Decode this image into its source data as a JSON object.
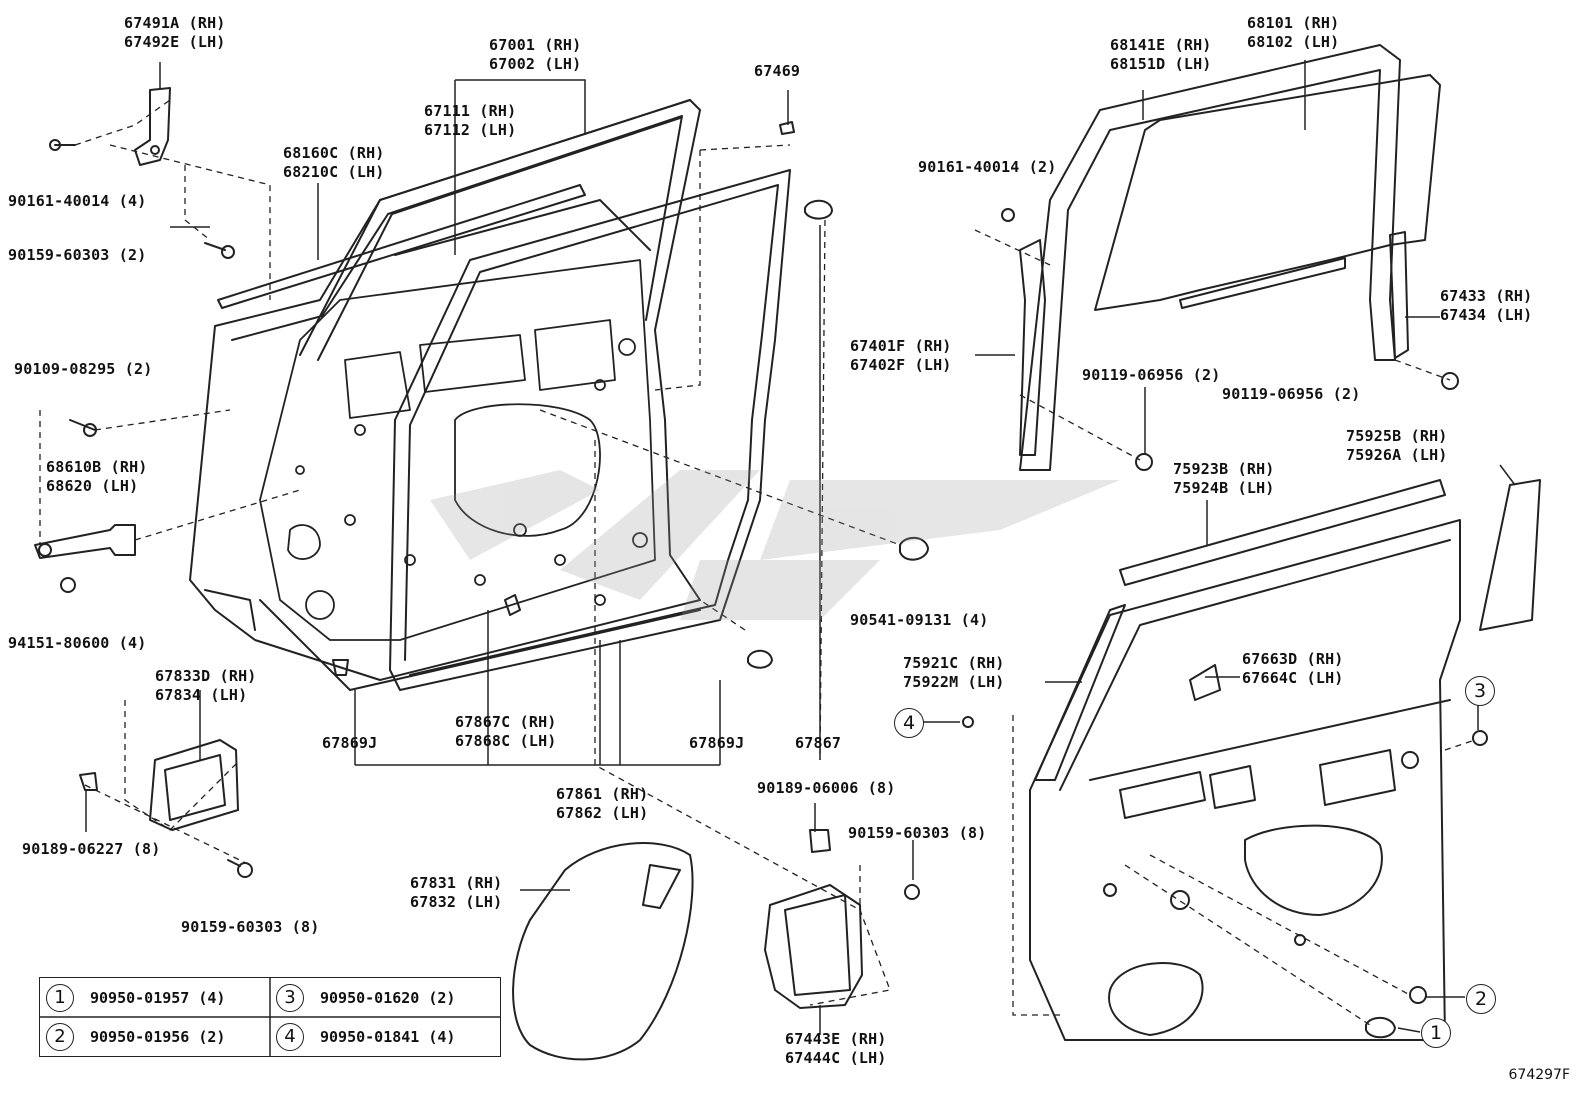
{
  "labels": {
    "hinge_upper": [
      "67491A (RH)",
      "67492E (LH)"
    ],
    "door_panel": [
      "67001 (RH)",
      "67002 (LH)"
    ],
    "belt_weatherstrip": [
      "67111 (RH)",
      "67112 (LH)"
    ],
    "outer_belt_moulding": [
      "68160C (RH)",
      "68210C (LH)"
    ],
    "cushion": [
      "67469"
    ],
    "screw_hinge": [
      "90161-40014 (4)"
    ],
    "bolt_hinge": [
      "90159-60303 (2)"
    ],
    "bolt_checker": [
      "90109-08295 (2)"
    ],
    "door_check": [
      "68610B (RH)",
      "68620 (LH)"
    ],
    "checker_nut": [
      "94151-80600 (4)"
    ],
    "handle_frame": [
      "67833D (RH)",
      "67834 (LH)"
    ],
    "clip_handle": [
      "90189-06227 (8)"
    ],
    "bolt_handle": [
      "90159-60303 (8)"
    ],
    "plug_left": [
      "67869J"
    ],
    "clip_weatherstrip": [
      "67867C (RH)",
      "67868C (LH)"
    ],
    "plug_right": [
      "67869J"
    ],
    "plug_top": [
      "67867"
    ],
    "weatherstrip": [
      "67861 (RH)",
      "67862 (LH)"
    ],
    "nut_grommet": [
      "90541-09131 (4)"
    ],
    "clip_cover": [
      "90189-06006 (8)"
    ],
    "bolt_cover": [
      "90159-60303 (8)"
    ],
    "service_hole_cover": [
      "67831 (RH)",
      "67832 (LH)"
    ],
    "inner_cover": [
      "67443E (RH)",
      "67444C (LH)"
    ],
    "glass_run": [
      "68141E (RH)",
      "68151D (LH)"
    ],
    "door_glass": [
      "68101 (RH)",
      "68102 (LH)"
    ],
    "screw_frame": [
      "90161-40014 (2)"
    ],
    "front_frame": [
      "67401F (RH)",
      "67402F (LH)"
    ],
    "bolt_frame_left": [
      "90119-06956 (2)"
    ],
    "rear_frame": [
      "67433 (RH)",
      "67434 (LH)"
    ],
    "bolt_frame_right": [
      "90119-06956 (2)"
    ],
    "garnish_upper": [
      "75925B (RH)",
      "75926A (LH)"
    ],
    "moulding_belt": [
      "75923B (RH)",
      "75924B (LH)"
    ],
    "garnish_front": [
      "75921C (RH)",
      "75922M (LH)"
    ],
    "bracket_handle": [
      "67663D (RH)",
      "67664C (LH)"
    ]
  },
  "callouts": [
    "1",
    "2",
    "3",
    "4"
  ],
  "legend": [
    {
      "num": "1",
      "part": "90950-01957 (4)"
    },
    {
      "num": "3",
      "part": "90950-01620 (2)"
    },
    {
      "num": "2",
      "part": "90950-01956 (2)"
    },
    {
      "num": "4",
      "part": "90950-01841 (4)"
    }
  ],
  "diagram_code": "674297F"
}
